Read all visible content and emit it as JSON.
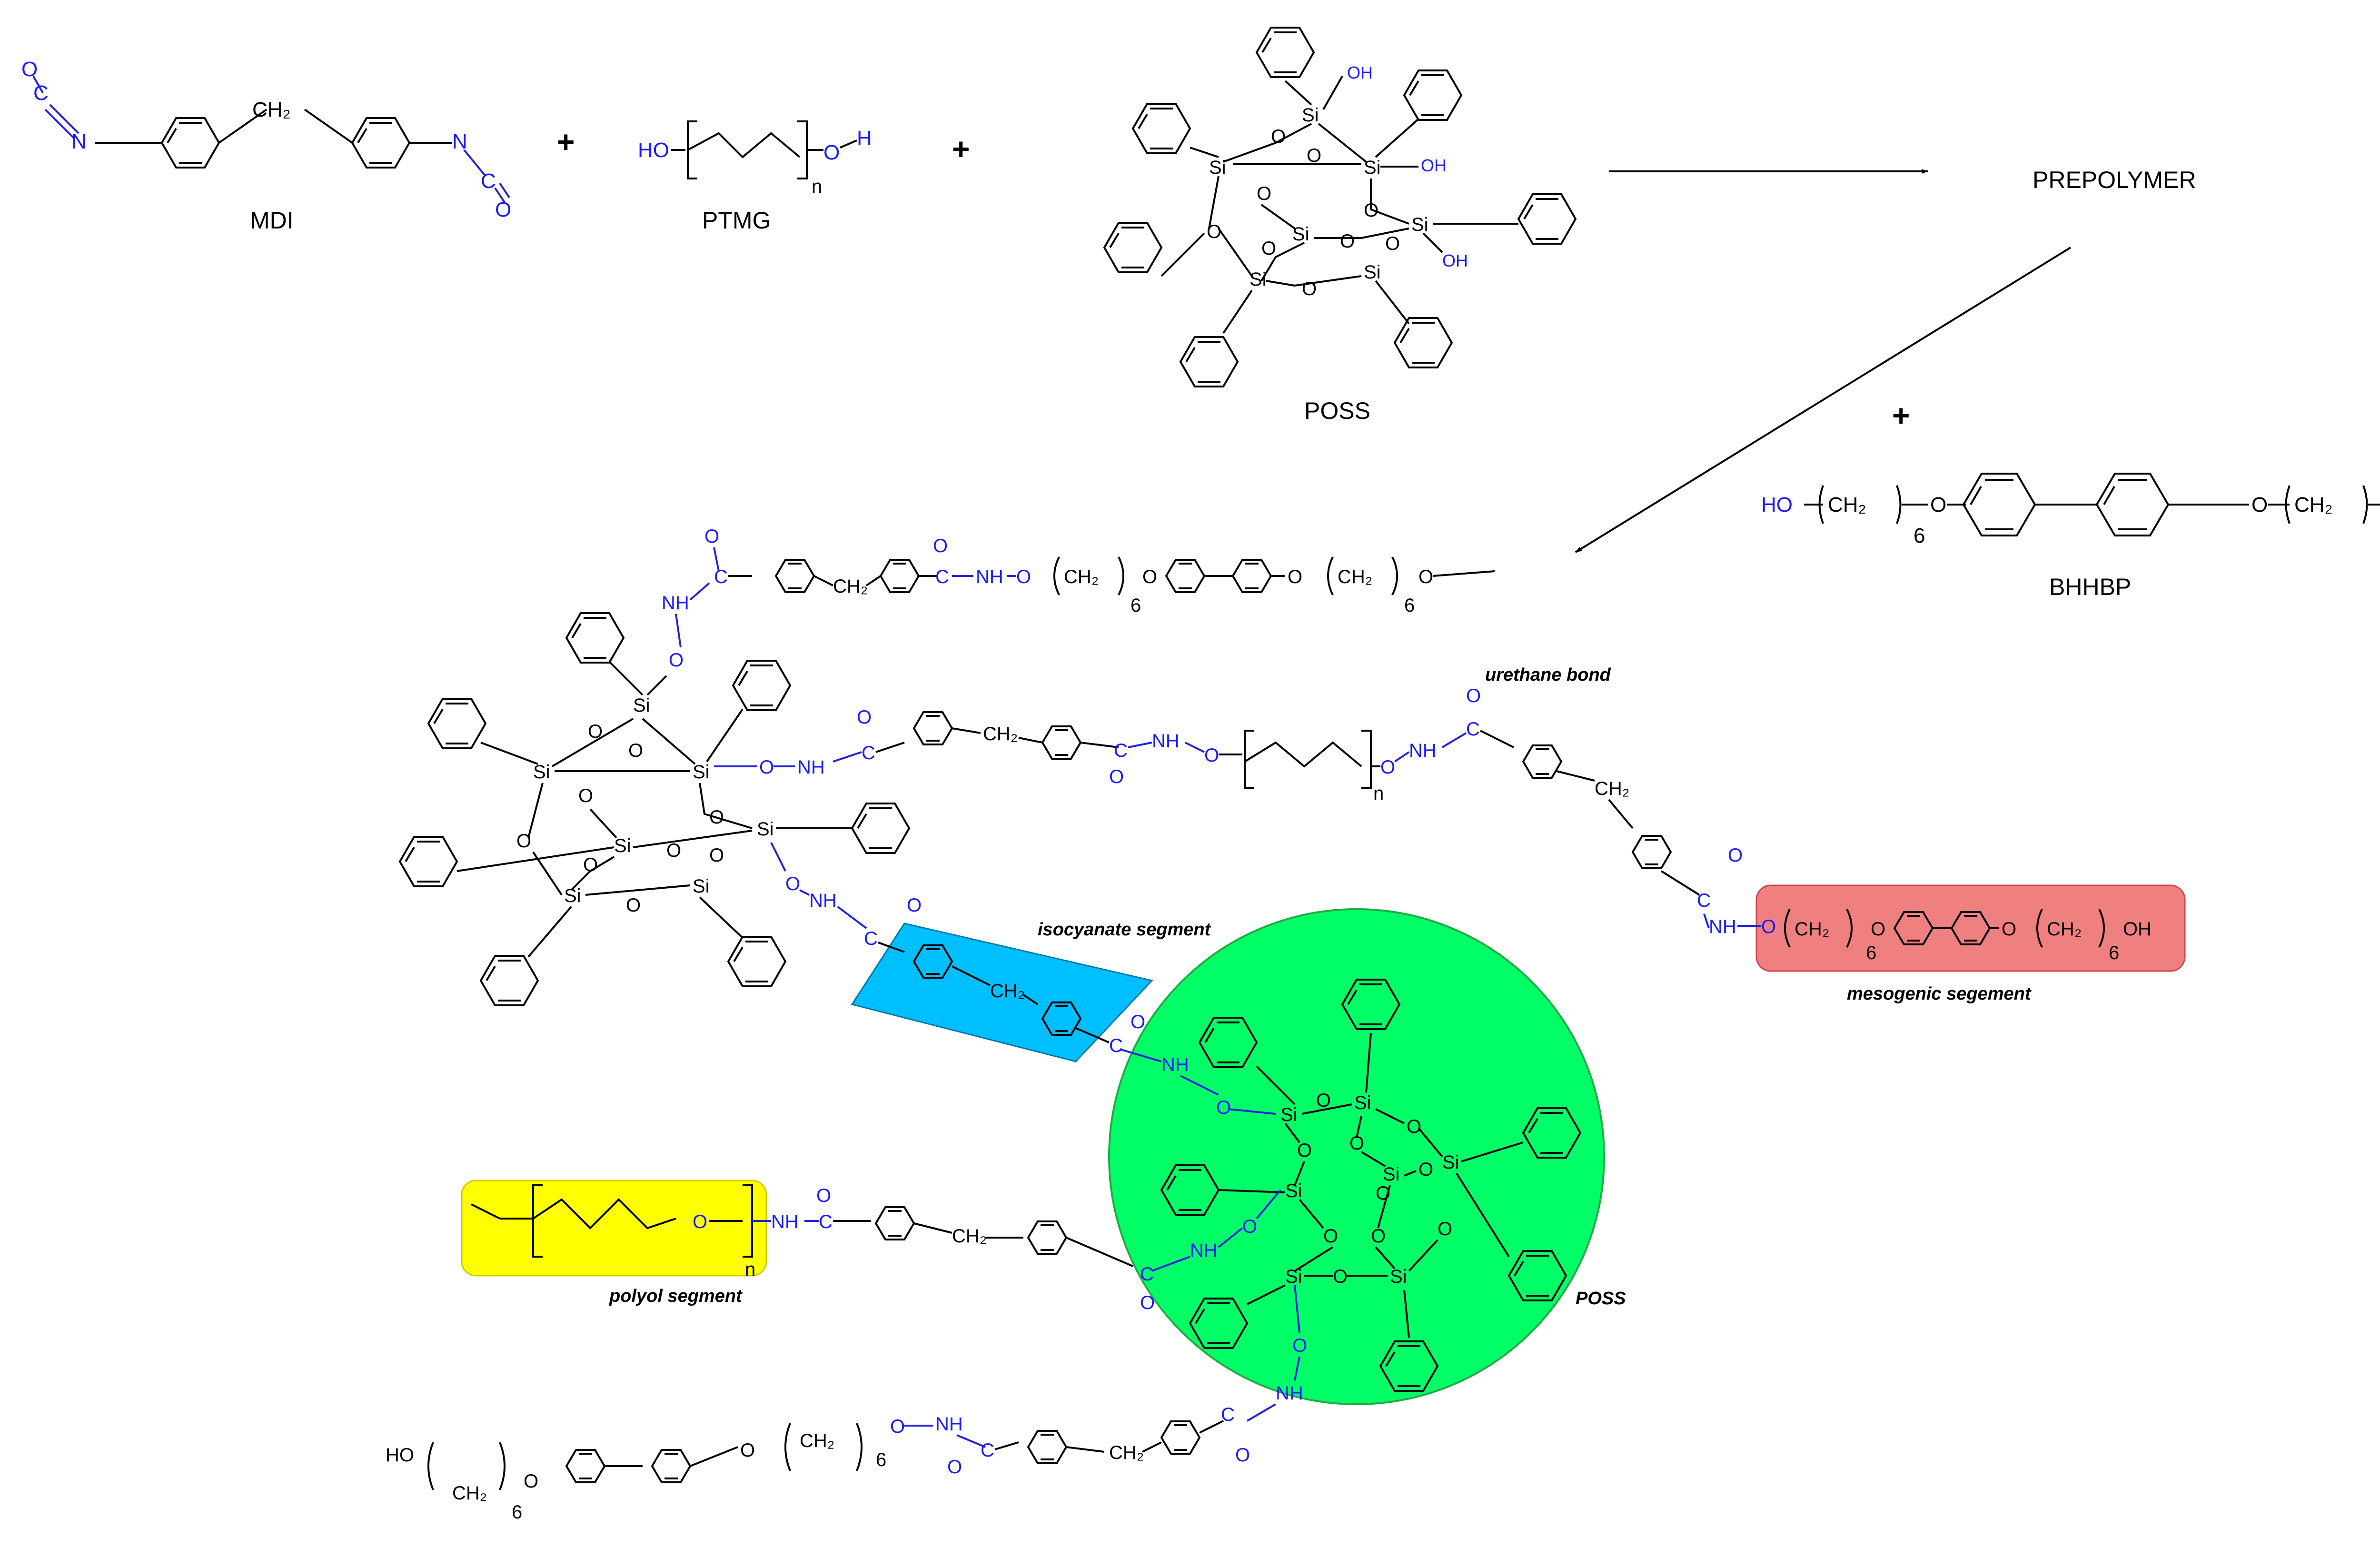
{
  "reactants": {
    "mdi": "MDI",
    "ptmg": "PTMG",
    "poss": "POSS",
    "bhhbp": "BHHBP"
  },
  "plus_signs": [
    "+",
    "+",
    "+"
  ],
  "intermediate": "PREPOLYMER",
  "segments": {
    "urethane": "urethane bond",
    "isocyanate": "isocyanate segment",
    "mesogenic": "mesogenic segement",
    "polyol": "polyol segment",
    "poss": "POSS"
  },
  "atoms": {
    "si": "Si",
    "o": "O",
    "oh": "OH",
    "ho": "HO",
    "h": "H",
    "n": "N",
    "c": "C",
    "nh": "NH",
    "ch2": "CH₂",
    "sub_n": "n",
    "sub_6": "6"
  },
  "colors": {
    "blue_atoms": "#1a1aff",
    "isocyanate_highlight": "#00bfff",
    "mesogenic_highlight": "#f08080",
    "polyol_highlight": "#ffff00",
    "poss_highlight": "#00ff66"
  }
}
